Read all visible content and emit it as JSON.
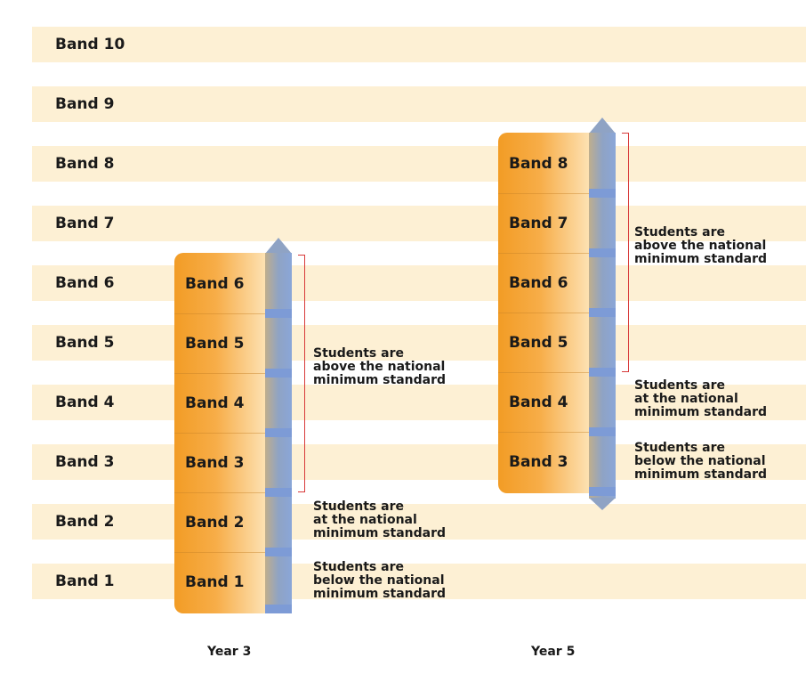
{
  "background_bands": [
    "Band 10",
    "Band 9",
    "Band 8",
    "Band 7",
    "Band 6",
    "Band 5",
    "Band 4",
    "Band 3",
    "Band 2",
    "Band 1"
  ],
  "year3": {
    "label": "Year 3",
    "bands": [
      "Band 6",
      "Band 5",
      "Band 4",
      "Band 3",
      "Band 2",
      "Band 1"
    ],
    "above": [
      "Students are",
      "above the national",
      "minimum standard"
    ],
    "at": [
      "Students are",
      "at the national",
      "minimum standard"
    ],
    "below": [
      "Students are",
      "below the national",
      "minimum standard"
    ]
  },
  "year5": {
    "label": "Year 5",
    "bands": [
      "Band 8",
      "Band 7",
      "Band 6",
      "Band 5",
      "Band 4",
      "Band 3"
    ],
    "above": [
      "Students are",
      "above the national",
      "minimum standard"
    ],
    "at": [
      "Students are",
      "at the national",
      "minimum standard"
    ],
    "below": [
      "Students are",
      "below the national",
      "minimum standard"
    ]
  },
  "colors": {
    "band_background": "#fdf0d4",
    "column_orange": "#f29c25",
    "scale_blue": "#8aa6d8",
    "bracket_red": "#d83a3a"
  }
}
